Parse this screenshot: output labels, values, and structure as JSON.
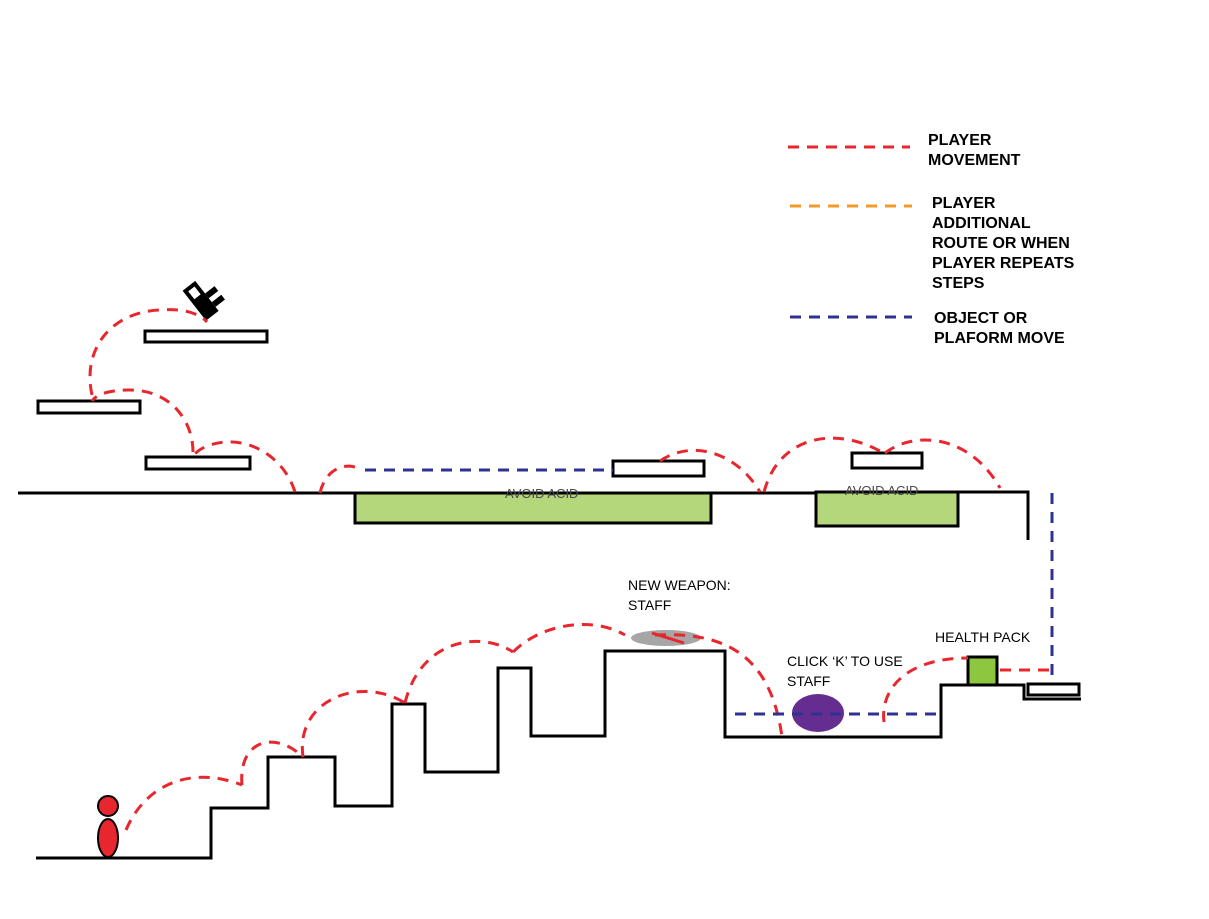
{
  "legend": {
    "player_movement": [
      "PLAYER",
      "MOVEMENT"
    ],
    "additional_route": [
      "PLAYER",
      "ADDITIONAL",
      "ROUTE OR WHEN",
      "PLAYER REPEATS",
      "STEPS"
    ],
    "object_move": [
      "OBJECT OR",
      "PLAFORM MOVE"
    ]
  },
  "labels": {
    "avoid_acid_1": "AVOID ACID",
    "avoid_acid_2": "AVOID ACID",
    "new_weapon": [
      "NEW WEAPON:",
      "STAFF"
    ],
    "click_k": [
      "CLICK ‘K’ TO USE",
      "STAFF"
    ],
    "health_pack": "HEALTH PACK"
  },
  "colors": {
    "player_movement": "#e8262d",
    "additional_route": "#f39a2b",
    "object_move": "#2e3192",
    "acid": "#b3d77a",
    "health_pack": "#8dc63f",
    "enemy": "#662d91",
    "staff": "#a6a6a6",
    "player": "#e8262d"
  },
  "icons": {
    "goal": "key-icon",
    "player": "player-icon",
    "enemy": "enemy-blob-icon",
    "weapon": "staff-icon",
    "health": "health-pack-icon"
  }
}
